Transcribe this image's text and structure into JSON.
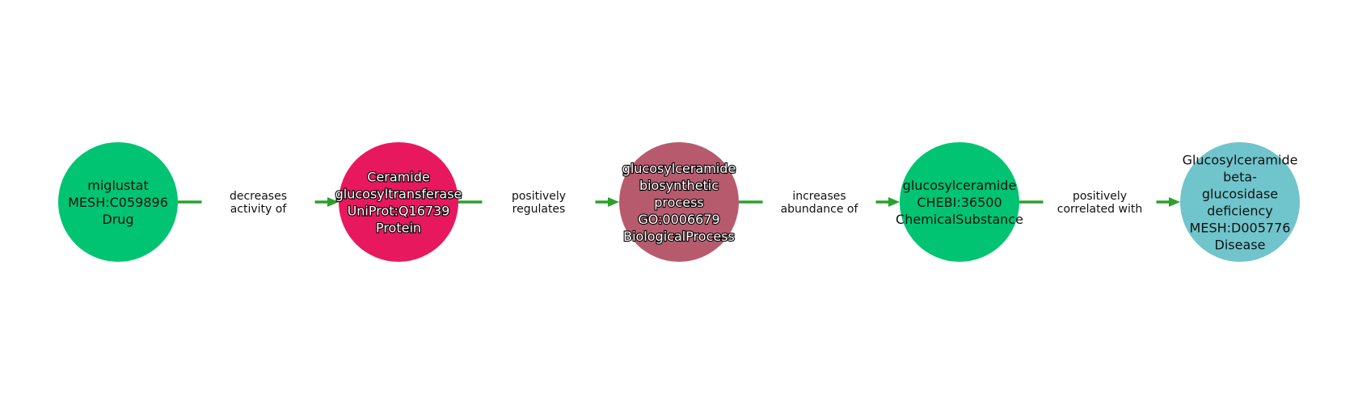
{
  "nodes": [
    {
      "id": "n1",
      "lines": [
        "miglustat",
        "MESH:C059896",
        "Drug"
      ],
      "color": "#00c472",
      "text_style": "dark"
    },
    {
      "id": "n2",
      "lines": [
        "Ceramide",
        "glucosyltransferase",
        "UniProt:Q16739",
        "Protein"
      ],
      "color": "#e8185e",
      "text_style": "light"
    },
    {
      "id": "n3",
      "lines": [
        "glucosylceramide",
        "biosynthetic",
        "process",
        "GO:0006679",
        "BiologicalProcess"
      ],
      "color": "#b85a6e",
      "text_style": "light"
    },
    {
      "id": "n4",
      "lines": [
        "glucosylceramide",
        "CHEBI:36500",
        "ChemicalSubstance"
      ],
      "color": "#00c472",
      "text_style": "dark"
    },
    {
      "id": "n5",
      "lines": [
        "Glucosylceramide",
        "beta-",
        "glucosidase",
        "deficiency",
        "MESH:D005776",
        "Disease"
      ],
      "color": "#70c5cc",
      "text_style": "dark"
    }
  ],
  "edges": [
    {
      "from": "n1",
      "to": "n2",
      "label_lines": [
        "decreases",
        "activity of"
      ]
    },
    {
      "from": "n2",
      "to": "n3",
      "label_lines": [
        "positively",
        "regulates"
      ]
    },
    {
      "from": "n3",
      "to": "n4",
      "label_lines": [
        "increases",
        "abundance of"
      ]
    },
    {
      "from": "n4",
      "to": "n5",
      "label_lines": [
        "positively",
        "correlated with"
      ]
    }
  ],
  "edge_color": "#2ca02c"
}
